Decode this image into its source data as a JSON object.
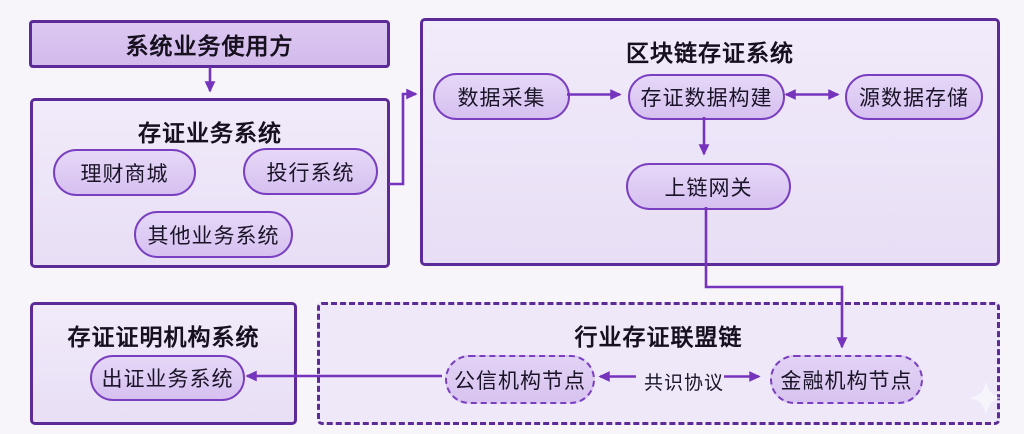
{
  "colors": {
    "background": "#f7f4fa",
    "outer_border": "#5c2b98",
    "pill_border": "#7a3fc0",
    "arrow": "#7634bd",
    "group_fill": "#ebe1f7",
    "pill_fill": "#ddc9f2",
    "header_box_fill": "#d7c1ee",
    "text": "#16101f"
  },
  "nodes": {
    "business_user": {
      "label": "系统业务使用方"
    },
    "deposit_business": {
      "title": "存证业务系统",
      "items": [
        {
          "label": "理财商城"
        },
        {
          "label": "投行系统"
        },
        {
          "label": "其他业务系统"
        }
      ]
    },
    "blockchain": {
      "title": "区块链存证系统",
      "items": [
        {
          "label": "数据采集"
        },
        {
          "label": "存证数据构建"
        },
        {
          "label": "源数据存储"
        },
        {
          "label": "上链网关"
        }
      ]
    },
    "certificate_authority": {
      "title": "存证证明机构系统",
      "items": [
        {
          "label": "出证业务系统"
        }
      ]
    },
    "consortium": {
      "title": "行业存证联盟链",
      "edge_label": "共识协议",
      "items": [
        {
          "label": "公信机构节点"
        },
        {
          "label": "金融机构节点"
        }
      ]
    }
  }
}
